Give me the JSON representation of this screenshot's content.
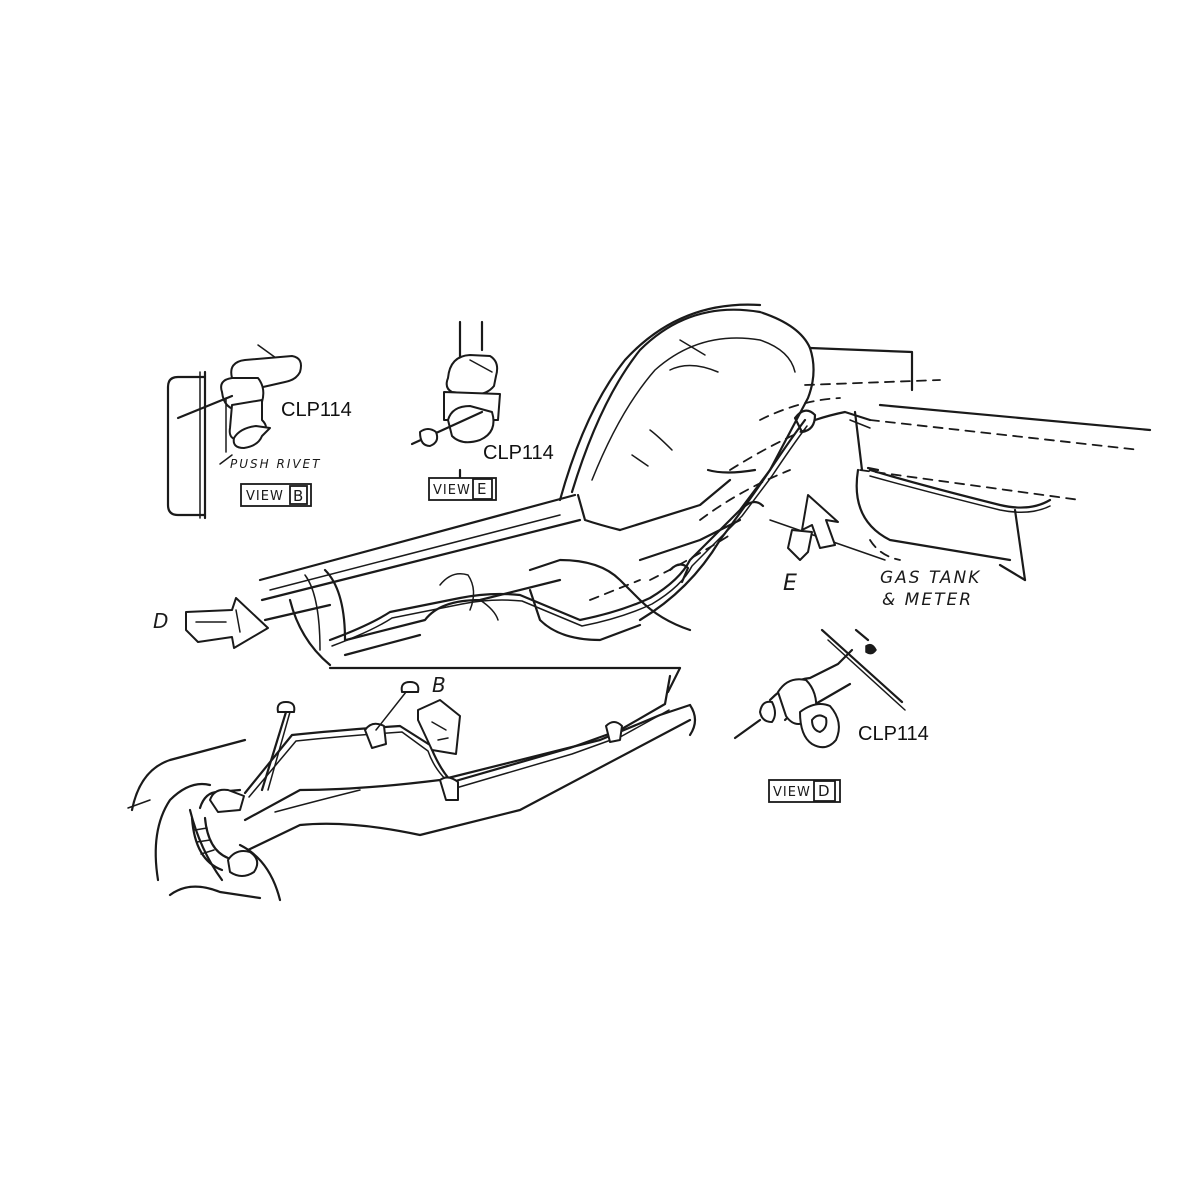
{
  "callouts": {
    "view_b_part": "CLP114",
    "view_e_part": "CLP114",
    "view_d_part": "CLP114"
  },
  "notes": {
    "push_rivet": "PUSH RIVET",
    "gas_tank_line1": "GAS TANK",
    "gas_tank_line2": "& METER"
  },
  "views": {
    "view_word": "VIEW",
    "b": "B",
    "e": "E",
    "d": "D"
  },
  "arrows": {
    "d": "D",
    "e": "E",
    "b": "B"
  },
  "colors": {
    "ink": "#1a1a1a",
    "background": "#ffffff"
  }
}
